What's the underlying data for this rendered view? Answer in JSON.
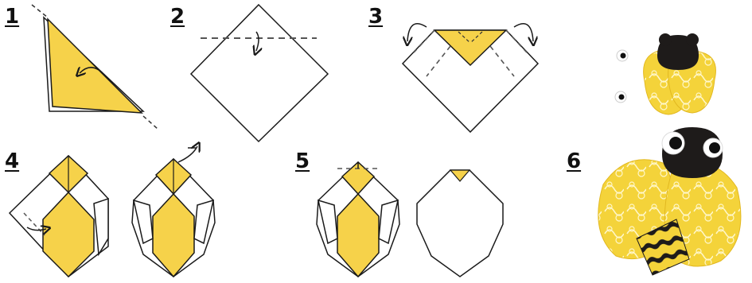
{
  "colors": {
    "paper_yellow": "#F6D24A",
    "paper_white": "#FFFFFF",
    "outline": "#1A1A1A",
    "bee_body_black": "#1E1B1A",
    "wing_pattern": "#F4D33A"
  },
  "steps": [
    {
      "label": "1",
      "icon": "fold-diagonal-icon"
    },
    {
      "label": "2",
      "icon": "fold-down-icon"
    },
    {
      "label": "3",
      "icon": "fold-back-corners-icon"
    },
    {
      "label": "4",
      "icon": "fold-sides-icon"
    },
    {
      "label": "5",
      "icon": "fold-tip-icon"
    },
    {
      "label": "6",
      "icon": "finished-bee-icon"
    }
  ]
}
